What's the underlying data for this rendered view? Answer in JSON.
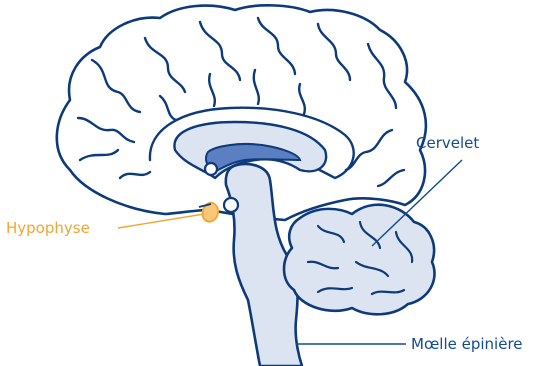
{
  "labels": {
    "hypophyse": "Hypophyse",
    "cervelet": "Cervelet",
    "moelle": "Mœlle épinière"
  },
  "colors": {
    "outline": "#0d3a7a",
    "fill_light": "#dde4f1",
    "ventricle": "#5b7fc0",
    "label_blue": "#124b8f",
    "label_orange": "#f2a531",
    "hypophysis_fill": "#f8c878"
  }
}
